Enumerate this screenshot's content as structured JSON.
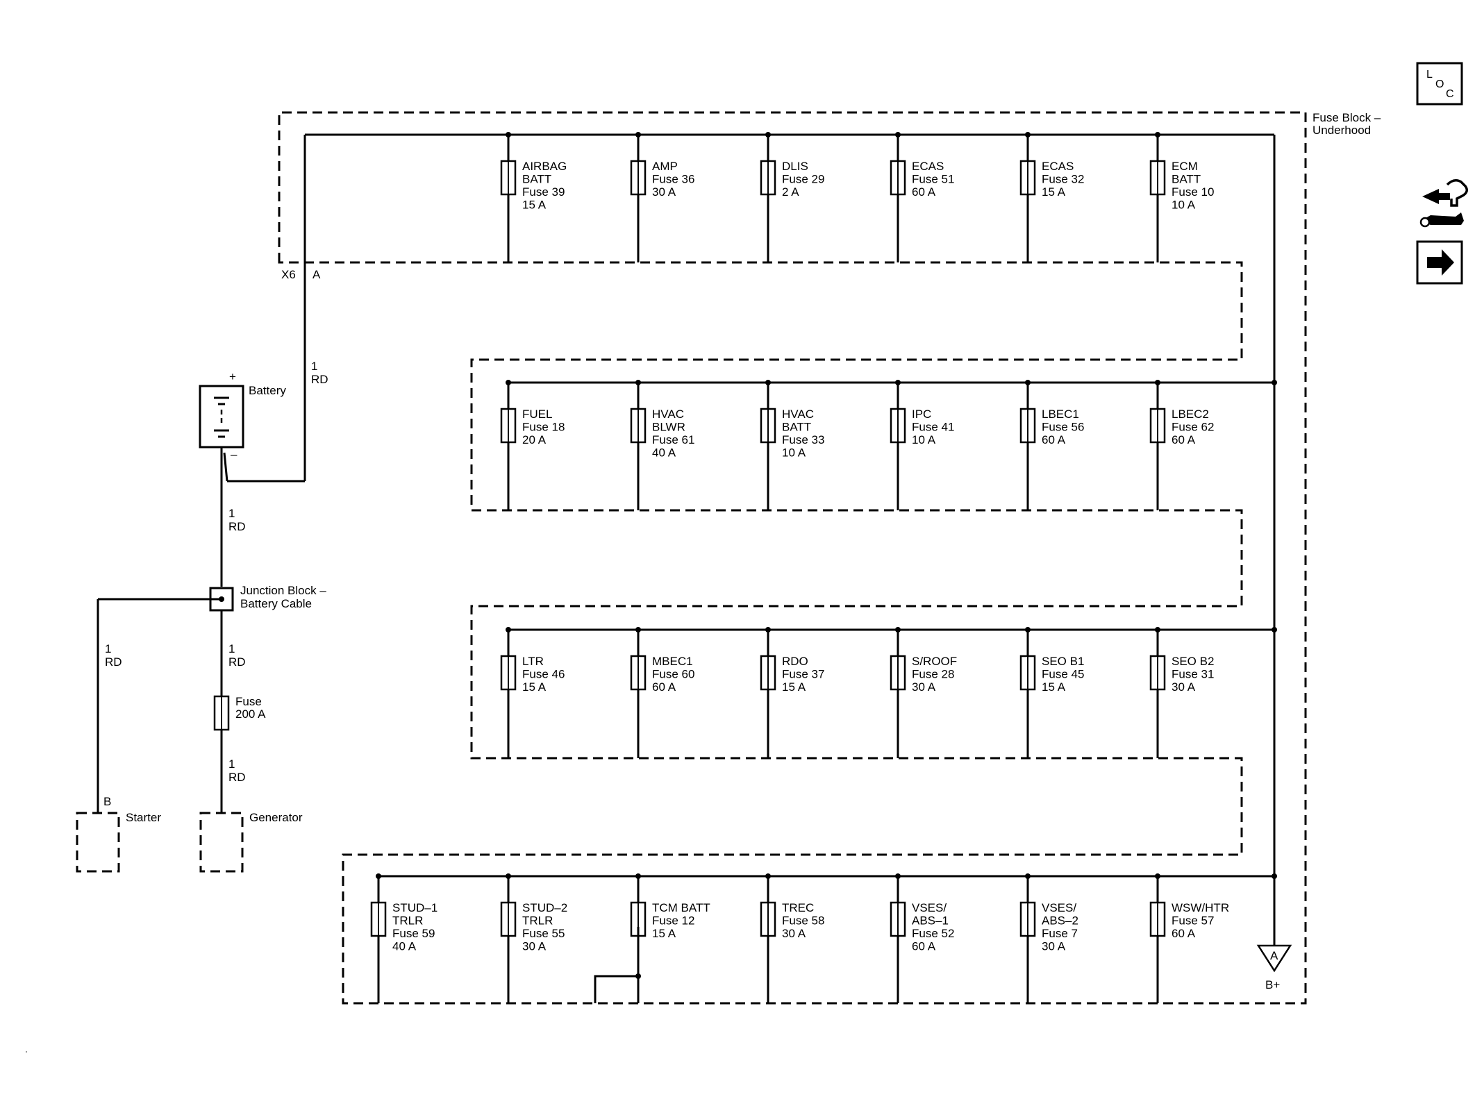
{
  "fuse_block": {
    "name_line1": "Fuse Block –",
    "name_line2": "Underhood"
  },
  "connector": {
    "id": "X6",
    "pin": "A"
  },
  "battery": {
    "label": "Battery",
    "plus": "+",
    "minus": "–"
  },
  "junction_block": {
    "line1": "Junction Block –",
    "line2": "Battery Cable"
  },
  "main_fuse": {
    "line1": "Fuse",
    "line2": "200 A"
  },
  "starter": {
    "label": "Starter",
    "pin": "B"
  },
  "generator": {
    "label": "Generator"
  },
  "wire_label": {
    "gauge": "1",
    "color": "RD"
  },
  "bplus": {
    "letter": "A",
    "label": "B+"
  },
  "icons": {
    "loc_l": "L",
    "loc_o": "O",
    "loc_c": "C",
    "loc_name": "loc-icon",
    "diag_name": "diagnostic-tool-icon",
    "next_name": "arrow-right-icon"
  },
  "rows": [
    [
      {
        "lines": [
          "AIRBAG",
          "BATT",
          "Fuse 39",
          "15 A"
        ]
      },
      {
        "lines": [
          "AMP",
          "Fuse 36",
          "30 A"
        ]
      },
      {
        "lines": [
          "DLIS",
          "Fuse 29",
          "2 A"
        ]
      },
      {
        "lines": [
          "ECAS",
          "Fuse 51",
          "60 A"
        ]
      },
      {
        "lines": [
          "ECAS",
          "Fuse 32",
          "15 A"
        ]
      },
      {
        "lines": [
          "ECM",
          "BATT",
          "Fuse 10",
          "10 A"
        ]
      }
    ],
    [
      {
        "lines": [
          "FUEL",
          "Fuse 18",
          "20 A"
        ]
      },
      {
        "lines": [
          "HVAC",
          "BLWR",
          "Fuse 61",
          "40 A"
        ]
      },
      {
        "lines": [
          "HVAC",
          "BATT",
          "Fuse 33",
          "10 A"
        ]
      },
      {
        "lines": [
          "IPC",
          "Fuse 41",
          "10 A"
        ]
      },
      {
        "lines": [
          "LBEC1",
          "Fuse 56",
          "60 A"
        ]
      },
      {
        "lines": [
          "LBEC2",
          "Fuse 62",
          "60 A"
        ]
      }
    ],
    [
      {
        "lines": [
          "LTR",
          "Fuse 46",
          "15 A"
        ]
      },
      {
        "lines": [
          "MBEC1",
          "Fuse 60",
          "60 A"
        ]
      },
      {
        "lines": [
          "RDO",
          "Fuse 37",
          "15 A"
        ]
      },
      {
        "lines": [
          "S/ROOF",
          "Fuse 28",
          "30 A"
        ]
      },
      {
        "lines": [
          "SEO B1",
          "Fuse 45",
          "15 A"
        ]
      },
      {
        "lines": [
          "SEO B2",
          "Fuse 31",
          "30 A"
        ]
      }
    ],
    [
      {
        "lines": [
          "STUD–1",
          "TRLR",
          "Fuse 59",
          "40 A"
        ]
      },
      {
        "lines": [
          "STUD–2",
          "TRLR",
          "Fuse 55",
          "30 A"
        ]
      },
      {
        "lines": [
          "TCM BATT",
          "Fuse 12",
          "15 A"
        ]
      },
      {
        "lines": [
          "TREC",
          "Fuse 58",
          "30 A"
        ]
      },
      {
        "lines": [
          "VSES/",
          "ABS–1",
          "Fuse 52",
          "60 A"
        ]
      },
      {
        "lines": [
          "VSES/",
          "ABS–2",
          "Fuse 7",
          "30 A"
        ]
      },
      {
        "lines": [
          "WSW/HTR",
          "Fuse 57",
          "60 A"
        ]
      }
    ]
  ]
}
